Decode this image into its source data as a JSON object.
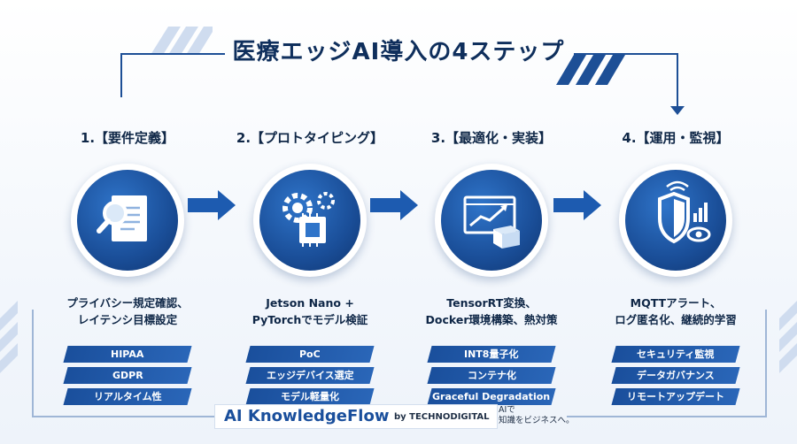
{
  "title": "医療エッジAI導入の4ステップ",
  "steps": [
    {
      "title": "1.【要件定義】",
      "icon": "document-search-icon",
      "desc_line1": "プライバシー規定確認、",
      "desc_line2": "レイテンシ目標設定",
      "tags": [
        "HIPAA",
        "GDPR",
        "リアルタイム性"
      ]
    },
    {
      "title": "2.【プロトタイピング】",
      "icon": "gear-chip-icon",
      "desc_line1": "Jetson Nano +",
      "desc_line2": "PyTorchでモデル検証",
      "tags": [
        "PoC",
        "エッジデバイス選定",
        "モデル軽量化"
      ]
    },
    {
      "title": "3.【最適化・実装】",
      "icon": "chart-box-icon",
      "desc_line1": "TensorRT変換、",
      "desc_line2": "Docker環境構築、熱対策",
      "tags": [
        "INT8量子化",
        "コンテナ化",
        "Graceful Degradation"
      ]
    },
    {
      "title": "4.【運用・監視】",
      "icon": "shield-eye-icon",
      "desc_line1": "MQTTアラート、",
      "desc_line2": "ログ匿名化、継続的学習",
      "tags": [
        "セキュリティ監視",
        "データガバナンス",
        "リモートアップデート"
      ]
    }
  ],
  "footer": {
    "brand": "AI KnowledgeFlow",
    "by": "by TECHNODIGITAL",
    "tagline_line1": "AIで",
    "tagline_line2": "知識をビジネスへ。"
  },
  "colors": {
    "primary": "#1a4f9c",
    "dark": "#0f2747",
    "accent": "#2f74c9"
  }
}
